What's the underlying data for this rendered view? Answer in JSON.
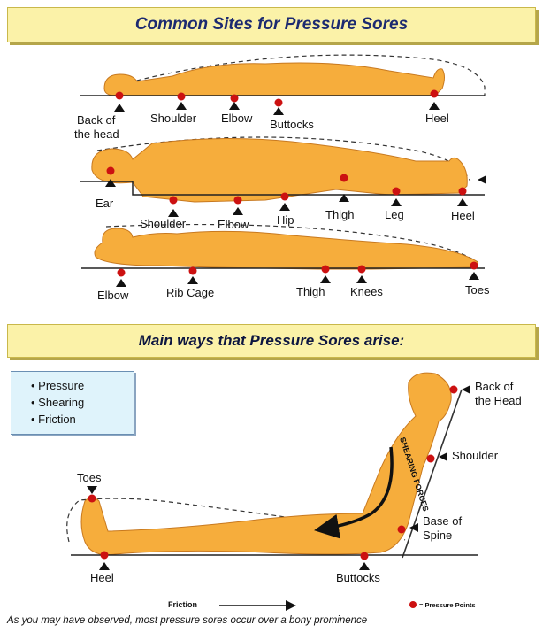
{
  "section_1": {
    "title": "Common Sites for Pressure Sores"
  },
  "section_2": {
    "title": "Main ways that Pressure Sores arise:"
  },
  "figure_1_labels": {
    "back_of_head_1": "Back of",
    "back_of_head_2": "the head",
    "shoulder": "Shoulder",
    "elbow": "Elbow",
    "buttocks": "Buttocks",
    "heel": "Heel"
  },
  "figure_2_labels": {
    "ear": "Ear",
    "shoulder": "Shoulder",
    "elbow": "Elbow",
    "hip": "Hip",
    "thigh": "Thigh",
    "leg": "Leg",
    "heel": "Heel"
  },
  "figure_3_labels": {
    "elbow": "Elbow",
    "rib_cage": "Rib Cage",
    "thigh": "Thigh",
    "knees": "Knees",
    "toes": "Toes"
  },
  "causes": [
    "Pressure",
    "Shearing",
    "Friction"
  ],
  "figure_4_labels": {
    "back_of_head_1": "Back of",
    "back_of_head_2": "the Head",
    "shoulder": "Shoulder",
    "base_spine_1": "Base of",
    "base_spine_2": "Spine",
    "toes": "Toes",
    "heel": "Heel",
    "buttocks": "Buttocks",
    "shearing_forces": "SHEARING FORCES"
  },
  "legend": {
    "friction": "Friction",
    "pressure_points": "= Pressure Points"
  },
  "caption": "As you may have observed, most pressure sores occur over a bony prominence",
  "colors": {
    "body": "#f6ad3c",
    "body_outline": "#c8791f",
    "pressure_point": "#cc1111",
    "banner": "#fbf2a8"
  }
}
